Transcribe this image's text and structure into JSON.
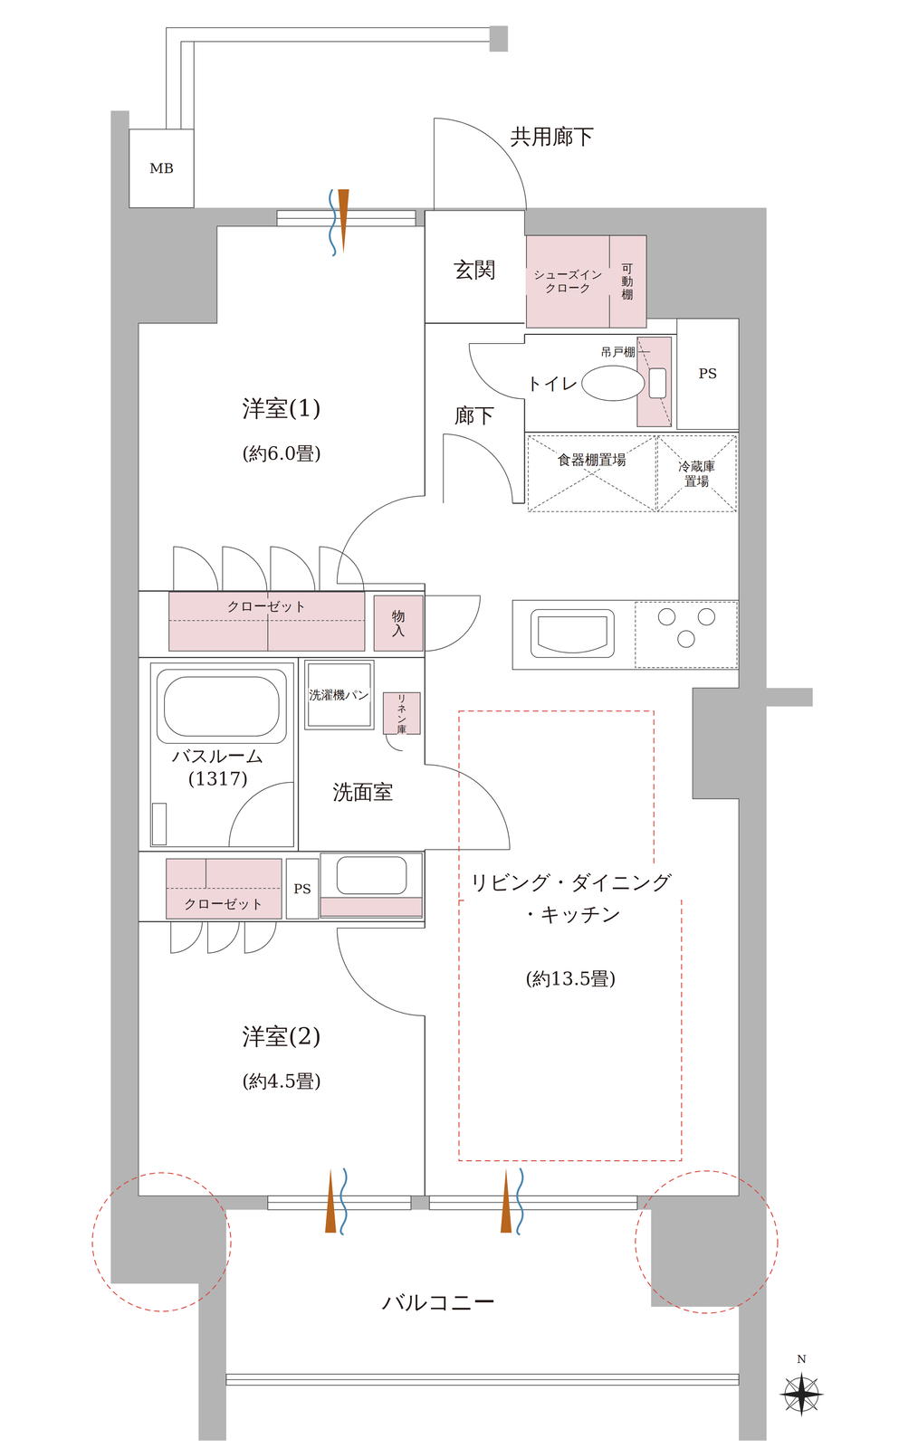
{
  "diagram": {
    "nodes": [
      {
        "text": [
          "MB"
        ]
      },
      {
        "text": [
          "玄関"
        ]
      },
      {
        "text": [
          "シューズイン クローク"
        ]
      },
      {
        "text": [
          "可動棚"
        ],
        "in": 2
      },
      {
        "text": [
          "トイレ"
        ]
      },
      {
        "text": [
          "PS"
        ]
      },
      {
        "text": [
          "廊下"
        ]
      },
      {
        "text": [
          "洋室(1)",
          "(約6.0畳)"
        ]
      },
      {
        "text": [
          "食器棚置場"
        ]
      },
      {
        "text": [
          "冷蔵庫 置場"
        ]
      },
      {
        "text": [
          "クローゼット"
        ]
      },
      {
        "text": [
          "物入"
        ]
      },
      {
        "text": [
          "洗濯機パン"
        ]
      },
      {
        "text": [
          "リネン庫"
        ]
      },
      {
        "text": [
          "バスルーム",
          "(1317)"
        ]
      },
      {
        "text": [
          "洗面室"
        ]
      },
      {
        "text": [
          "PS"
        ]
      },
      {
        "text": [
          "クローゼット"
        ]
      },
      {
        "text": [
          "リビング・ダイニング ・キッチン",
          "(約13.5畳)"
        ]
      },
      {
        "text": [
          "洋室(2)",
          "(約4.5畳)"
        ]
      },
      {
        "text": [
          "バルコニー"
        ]
      }
    ],
    "labels": [
      "共用廊下",
      "吊戸棚",
      "N"
    ]
  }
}
